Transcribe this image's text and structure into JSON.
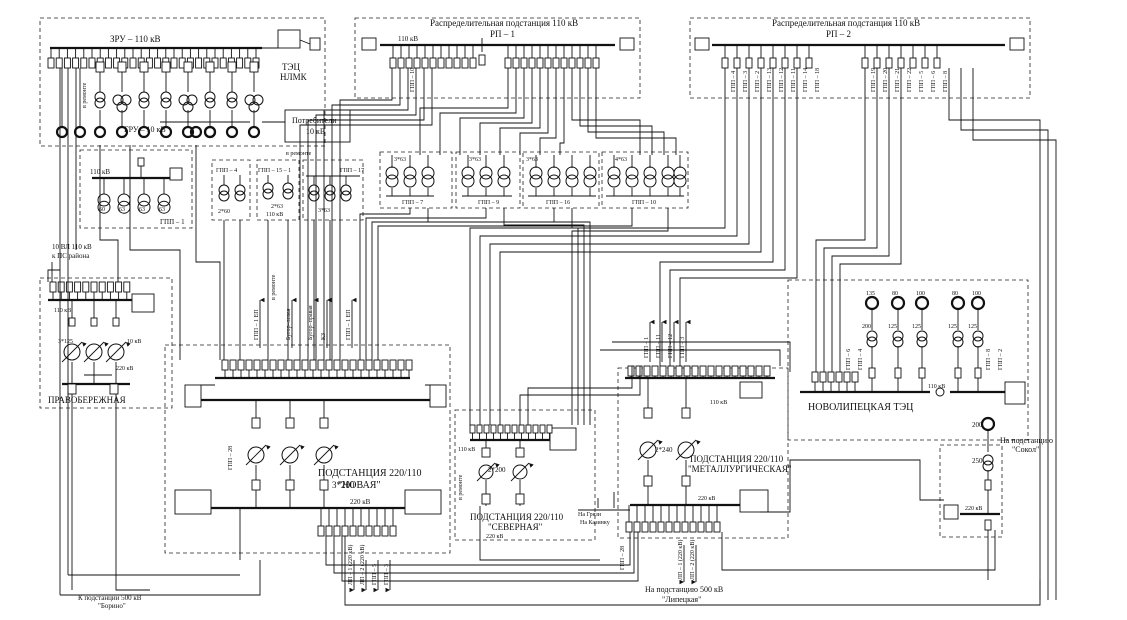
{
  "tec_nlmk": {
    "zru_label": "ЗРУ – 110 кВ",
    "tec_label": "ТЭЦ",
    "nlmk_label": "НЛМК",
    "gru_label": "ГРУ – 10 кВ",
    "repair_label": "в ремонте"
  },
  "consumers": {
    "label_1": "Потребители",
    "label_2": "10 кВ"
  },
  "rp1": {
    "title": "Распределительная подстанция 110 кВ",
    "name": "РП – 1",
    "voltage": "110 кВ",
    "feeder_label": "ГПП – 10"
  },
  "rp2": {
    "title": "Распределительная подстанция 110 кВ",
    "name": "РП – 2",
    "feeders_left": [
      "ГПП – 4",
      "ГПП – 3",
      "ГПП – 2",
      "ГПП – 13",
      "ГПП – 12",
      "ГПП – 11",
      "ГПП – 14",
      "ГПП – 18"
    ],
    "feeders_right": [
      "ГПП – 19",
      "ГПП – 20",
      "ГПП – 21",
      "ГПП – 22",
      "ГПП – 5",
      "ГПП – 6",
      "ГПП – 8"
    ]
  },
  "gpp1": {
    "voltage": "110 кВ",
    "ratings": [
      "60",
      "63",
      "63",
      "63"
    ],
    "name": "ГПП – 1"
  },
  "gpp_small": {
    "gpp4_name": "ГПП – 4",
    "gpp4_rating": "2*60",
    "gpp15_name": "ГПП – 15 – 1",
    "gpp15_rating": "2*63",
    "gpp15_voltage": "110 кВ",
    "gpp17_name": "ГПП – 17",
    "gpp17_rating": "3*63",
    "repair_label": "в ремонте"
  },
  "gpp_groups": [
    {
      "rating": "3*63",
      "name": "ГПП – 7"
    },
    {
      "rating": "3*63",
      "name": "ГПП – 9"
    },
    {
      "rating": "3*63",
      "name": "ГПП – 16"
    },
    {
      "rating": "4*63",
      "name": "ГПП – 10"
    }
  ],
  "pravoberezhnaya": {
    "lines_label_1": "10 ВЛ 110 кВ",
    "lines_label_2": "к ПС района",
    "voltage_110": "110 кВ",
    "rating_left": "3*125",
    "rating_right": "10 кВ",
    "voltage_220": "220 кВ",
    "name": "ПРАВОБЕРЕЖНАЯ"
  },
  "novaya": {
    "title": "ПОДСТАНЦИЯ 220/110",
    "name": "\"НОВАЯ\"",
    "rating": "3*200",
    "voltage_220": "220 кВ",
    "feeder_top": [
      "ГПП – 1 ЕП",
      "Бугор–левая",
      "Бугор–правая",
      "КЗ",
      "ГПП – 1 ЕП"
    ],
    "repair_label": "в ремонте",
    "feeder_left": "ГПП – 28",
    "feeders_bottom": [
      "ЛП – 1 (220 кВ)",
      "ЛП – 2 (220 кВ)",
      "ГПП – 5",
      "ГПП – 3"
    ]
  },
  "severnaya": {
    "title": "ПОДСТАНЦИЯ 220/110",
    "name": "\"СЕВЕРНАЯ\"",
    "rating": "2*200",
    "voltage_110": "110 кВ",
    "voltage_220": "220 кВ",
    "repair_label": "в ремонте",
    "to_gryazi": "На Грязи",
    "to_kazinku": "На Казинку"
  },
  "metallurg": {
    "title": "ПОДСТАНЦИЯ 220/110",
    "name": "\"МЕТАЛЛУРГИЧЕСКАЯ\"",
    "rating": "2*240",
    "voltage_110": "110 кВ",
    "voltage_220": "220 кВ",
    "feeders_top": [
      "ГПП – 1",
      "ГПП – 11",
      "ГПП – 12",
      "ГПП – 3"
    ],
    "feeders_bottom_left": "ГПП – 28",
    "feeders_bottom": [
      "ЛП – 1 (220 кВ)",
      "ЛП – 2 (220 кВ)"
    ]
  },
  "novolipetsk_tec": {
    "name": "НОВОЛИПЕЦКАЯ ТЭЦ",
    "voltage_110": "110 кВ",
    "gen_ratings": [
      "135",
      "80",
      "100",
      "80",
      "100"
    ],
    "trans_ratings": [
      "200",
      "125",
      "125",
      "125",
      "125"
    ],
    "feeders": [
      "ГПП – 6",
      "ГПП – 4",
      "ГПП – 8",
      "ГПП – 2"
    ]
  },
  "sokol": {
    "rating_gen": "200",
    "rating_trans": "250",
    "label_1": "На подстанцию",
    "label_2": "\"Сокол\"",
    "voltage": "220 кВ"
  },
  "borino": {
    "label_1": "К подстанции 500 кВ",
    "label_2": "\"Борино\""
  },
  "lipetskaya": {
    "label_1": "На подстанцию 500 кВ",
    "label_2": "\"Липецкая\""
  }
}
